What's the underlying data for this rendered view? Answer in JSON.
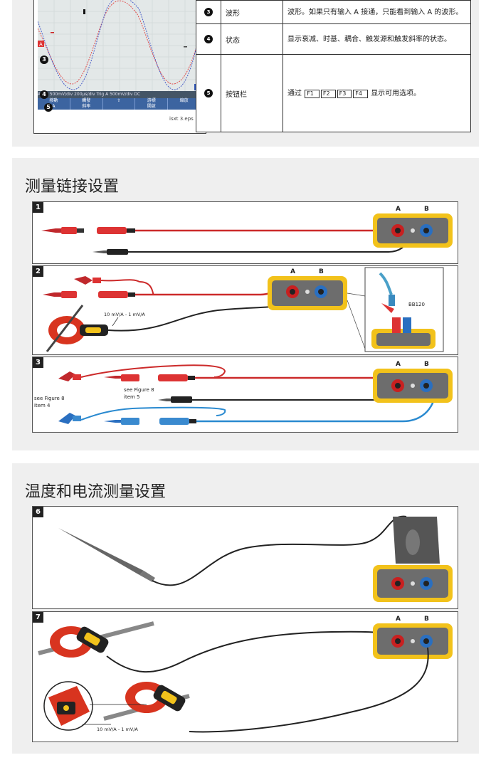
{
  "scope_panel": {
    "status_bar": "A DC  500mV/div   200µs/div Trig A  500mV/div DC",
    "buttons": [
      {
        "top": "移動",
        "bottom": "A"
      },
      {
        "top": "觸發",
        "bottom": "斜率"
      },
      {
        "top": "⇧",
        "bottom": ""
      },
      {
        "top": "游標",
        "bottom": "開啟"
      },
      {
        "top": "縮放",
        "bottom": ""
      }
    ],
    "callouts": [
      "3",
      "4",
      "5"
    ],
    "marker_a": "A",
    "marker_b": "B",
    "file_caption": "isxt 3.eps"
  },
  "legend": [
    {
      "num": "3",
      "name": "波形",
      "desc": "波形。如果只有输入 A 接通，只能看到输入 A 的波形。"
    },
    {
      "num": "4",
      "name": "状态",
      "desc": "显示衰减、时基、耦合、触发源和触发斜率的状态。"
    },
    {
      "num": "5",
      "name": "按钮栏",
      "desc_pre": "通过",
      "keys": [
        "F1",
        "F2",
        "F3",
        "F4"
      ],
      "desc_post": "显示可用选项。"
    }
  ],
  "section2": {
    "title": "测量链接设置",
    "panels": [
      {
        "num": "1",
        "input_a": "A",
        "input_b": "B"
      },
      {
        "num": "2",
        "input_a": "A",
        "input_b": "B",
        "clamp_label": "10 mV/A - 1 mV/A",
        "inset_label": "BB120"
      },
      {
        "num": "3",
        "input_a": "A",
        "input_b": "B",
        "note1_line1": "see Figure 8",
        "note1_line2": "item 4",
        "note2_line1": "see Figure 8",
        "note2_line2": "item 5"
      }
    ]
  },
  "section3": {
    "title": "温度和电流测量设置",
    "panels": [
      {
        "num": "6"
      },
      {
        "num": "7",
        "input_a": "A",
        "input_b": "B",
        "clamp_label": "10 mV/A - 1 mV/A"
      }
    ]
  }
}
